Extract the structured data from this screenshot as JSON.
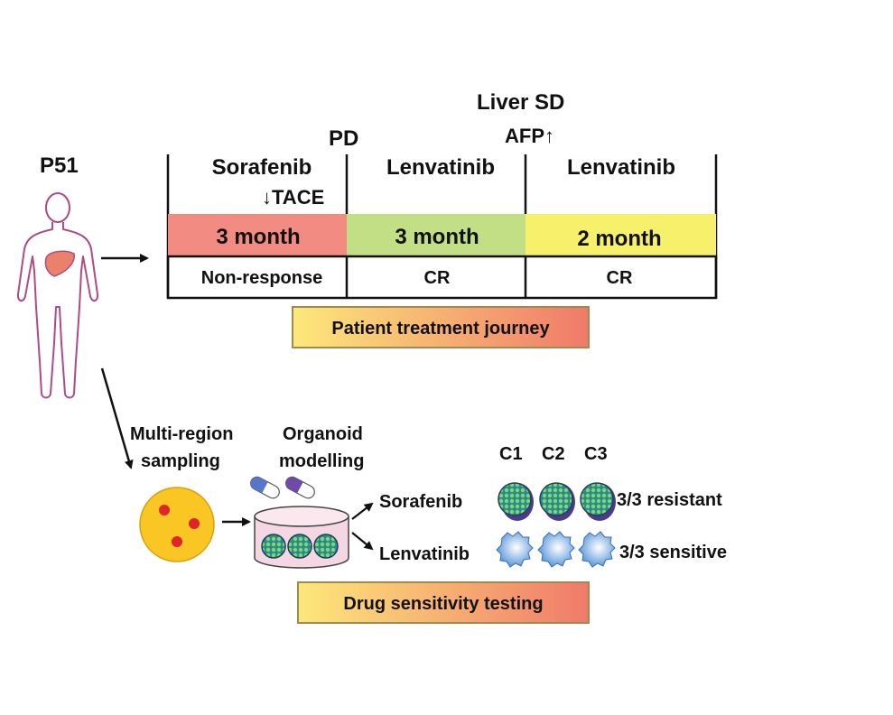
{
  "patient_id": "P51",
  "timeline": {
    "markers": {
      "pd": "PD",
      "liver_sd": "Liver SD",
      "afp": "AFP↑"
    },
    "tace_label": "↓TACE",
    "stages": [
      {
        "drug": "Sorafenib",
        "duration": "3 month",
        "response": "Non-response",
        "color": "#f28b82"
      },
      {
        "drug": "Lenvatinib",
        "duration": "3 month",
        "response": "CR",
        "color": "#c3df86"
      },
      {
        "drug": "Lenvatinib",
        "duration": "2 month",
        "response": "CR",
        "color": "#f6f06a"
      }
    ],
    "caption": "Patient treatment journey"
  },
  "workflow": {
    "step1": {
      "line1": "Multi-region",
      "line2": "sampling"
    },
    "step2": {
      "line1": "Organoid",
      "line2": "modelling"
    },
    "clone_labels": [
      "C1",
      "C2",
      "C3"
    ],
    "results": [
      {
        "drug": "Sorafenib",
        "outcome": "3/3 resistant",
        "organoid_state": "intact"
      },
      {
        "drug": "Lenvatinib",
        "outcome": "3/3 sensitive",
        "organoid_state": "disrupted"
      }
    ],
    "caption": "Drug sensitivity testing"
  },
  "colors": {
    "caption_gradient_start": "#fde87a",
    "caption_gradient_end": "#f07a6a",
    "caption_border": "#a08a50",
    "body_outline": "#b04a82",
    "liver": "#e9826b",
    "tissue": "#f9c623",
    "tissue_spots": "#e0242a",
    "dish": "#f4d7e3",
    "organoid_teal": "#1f9a9e",
    "organoid_green": "#88c34a",
    "organoid_purple": "#6d4aa0",
    "sensitive_blue": "#5b9fe0",
    "capsule_blue": "#5576c9",
    "capsule_purple": "#6f4aa8"
  }
}
